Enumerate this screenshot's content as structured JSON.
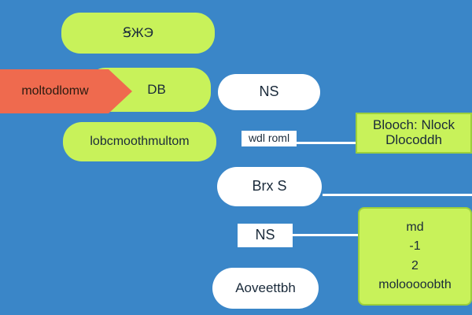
{
  "nodes": {
    "top_pill": "ꞨЖЭ",
    "mid_pill": "DB",
    "wide_pill": "lobcmoothmultom",
    "orange_arrow": "moltodlomw",
    "ns_oval": "NS",
    "wood_tag": "wdl roml",
    "block_box": {
      "line1": "Blooch: Nlock",
      "line2": "Dlocoddh"
    },
    "brxs_oval": "Brx S",
    "ns_box": "NS",
    "stack_box": {
      "line1": "md",
      "line2": "-1",
      "line3": "2",
      "line4": "molooooobth"
    },
    "bottom_oval": "Aoveettbh"
  },
  "colors": {
    "background": "#3a86c8",
    "green": "#c8f25a",
    "orange": "#ef6a4e",
    "white": "#ffffff"
  }
}
